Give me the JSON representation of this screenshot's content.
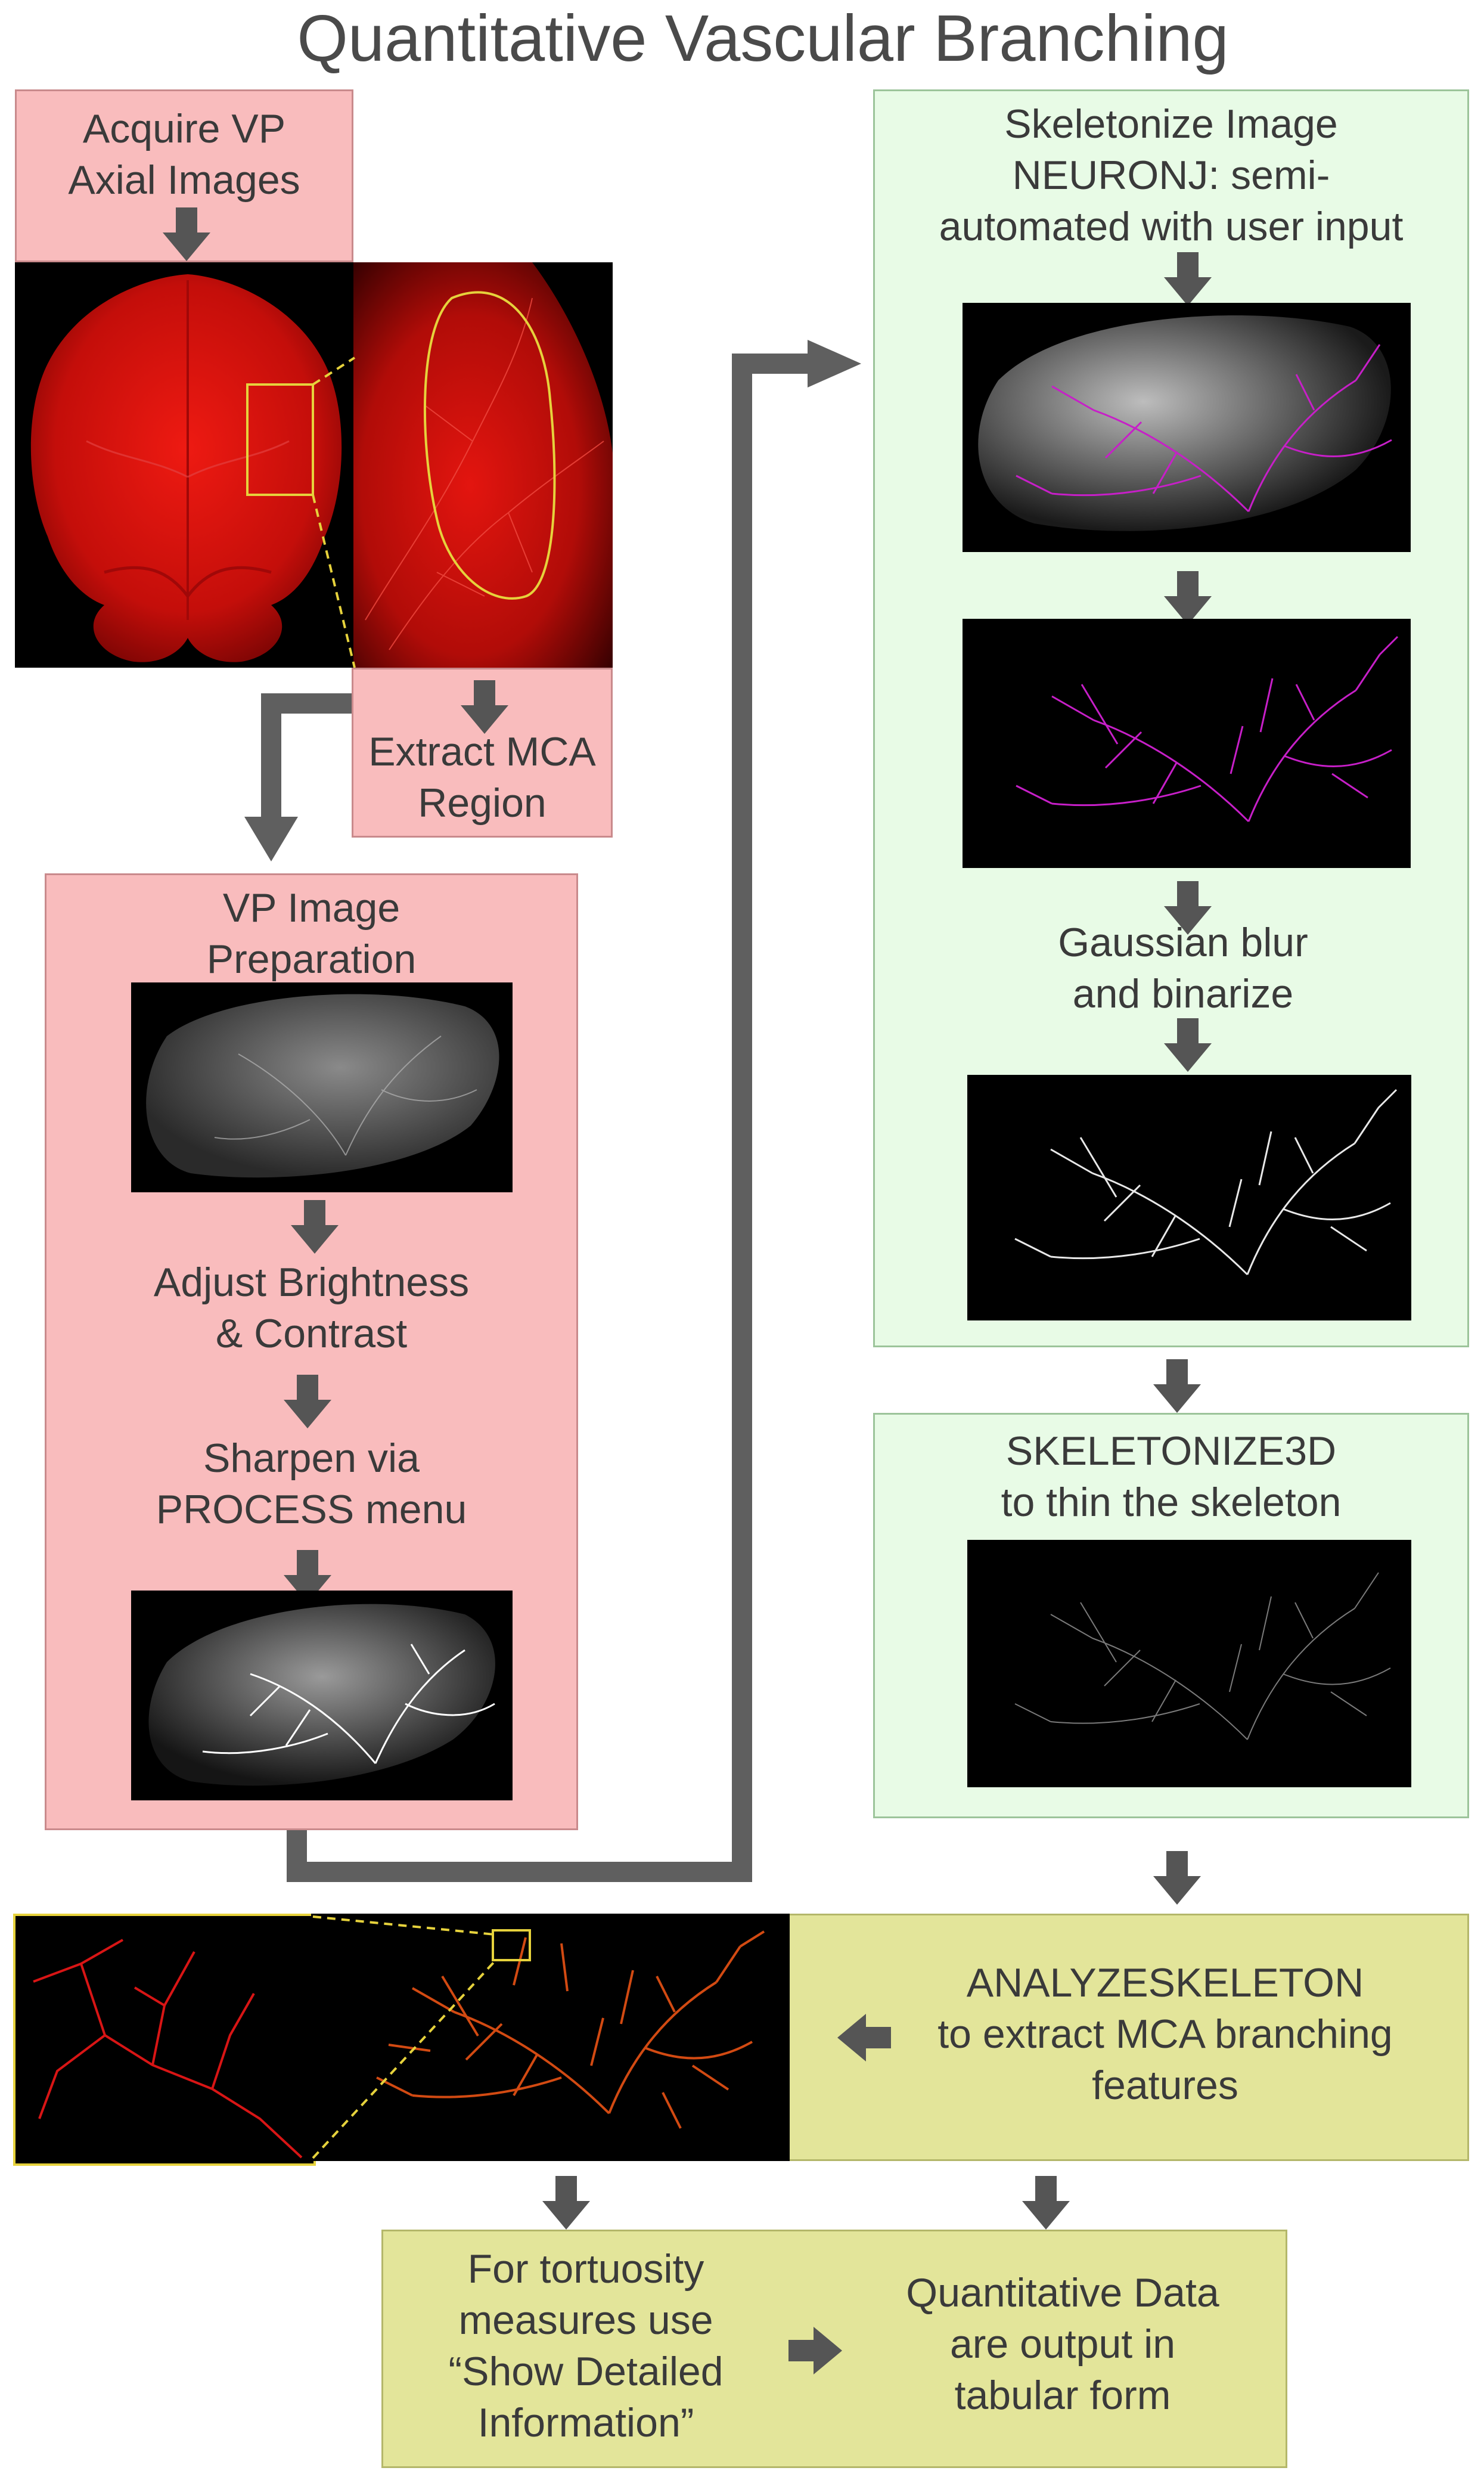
{
  "title": "Quantitative Vascular Branching",
  "acquire": {
    "label": "Acquire VP\nAxial Images"
  },
  "extract": {
    "label": "Extract MCA\nRegion"
  },
  "prep": {
    "title": "VP Image\nPreparation",
    "step1": "Adjust Brightness\n& Contrast",
    "step2": "Sharpen via\nPROCESS menu"
  },
  "skeletonize": {
    "title": "Skeletonize Image\nNEURONJ: semi-\nautomated with user input",
    "blur": "Gaussian blur\nand binarize"
  },
  "skeletonize3d": {
    "label": "SKELETONIZE3D\nto thin the skeleton"
  },
  "analyze": {
    "label": "ANALYZESKELETON\nto extract MCA branching\nfeatures"
  },
  "tortuosity": {
    "label": "For tortuosity\nmeasures use\n“Show Detailed\nInformation”"
  },
  "output": {
    "label": "Quantitative Data\nare output in\ntabular form"
  },
  "colors": {
    "pink": "#f9bcbd",
    "green": "#e8fbe6",
    "olive": "#e3e59a",
    "arrow": "#555555",
    "brain_red": "#d21010",
    "trace_magenta": "#c71fc8",
    "highlight_yellow": "#e6d23c",
    "branch_orange": "#d24a12"
  },
  "icons": [
    "down-arrow-icon",
    "right-arrow-icon",
    "left-arrow-icon",
    "elbow-connector-arrow"
  ]
}
